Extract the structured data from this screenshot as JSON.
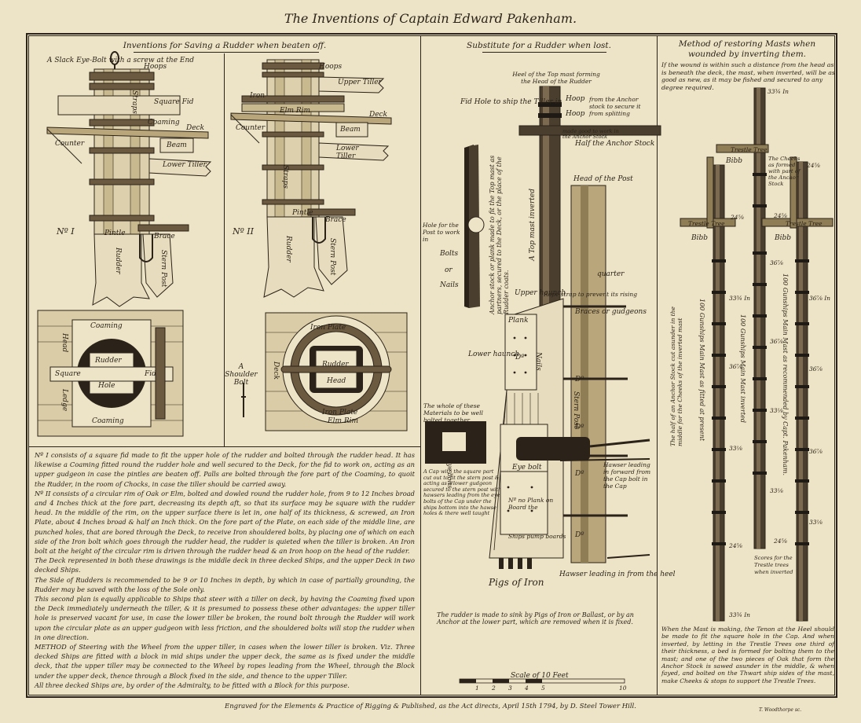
{
  "title": "The Inventions of Captain Edward Pakenham.",
  "rudder_panel": {
    "heading": "Inventions for Saving a Rudder when beaten off.",
    "eye_bolt": "A Slack Eye-Bolt with a screw at the End",
    "fig1": {
      "number": "Nº I",
      "labels": {
        "hoops": "Hoops",
        "straps": "Straps",
        "square_fid": "Square Fid",
        "coaming": "Coaming",
        "deck": "Deck",
        "counter": "Counter",
        "beam": "Beam",
        "lower_tiller": "Lower Tiller",
        "pintle": "Pintle",
        "brace": "Brace",
        "rudder": "Rudder",
        "stern_post": "Stern Post"
      }
    },
    "fig2": {
      "number": "Nº II",
      "labels": {
        "hoops": "Hoops",
        "upper_tiller": "Upper Tiller",
        "iron": "Iron",
        "elm_rim": "Elm Rim",
        "deck": "Deck",
        "beam": "Beam",
        "counter": "Counter",
        "lower_tiller": "Lower Tiller",
        "straps": "Straps",
        "pintle": "Pintle",
        "brace": "Brace",
        "rudder": "Rudder",
        "stern_post": "Stern Post"
      }
    },
    "plan1": {
      "coaming_top": "Coaming",
      "head": "Head",
      "ledge": "Ledge",
      "rudder": "Rudder",
      "hole": "Hole",
      "square": "Square",
      "fid": "Fid",
      "coaming_bottom": "Coaming"
    },
    "plan2": {
      "iron_plate_top": "Iron Plate",
      "deck": "Deck",
      "rudder": "Rudder",
      "head": "Head",
      "iron_plate_bottom": "Iron Plate",
      "elm_rim": "Elm Rim"
    },
    "shoulder_bolt": "A Shoulder Bolt",
    "paragraphs": [
      "Nº I consists of a square fid made to fit the upper hole of the rudder and bolted through the rudder head. It has likewise a Coaming fitted round the rudder hole and well secured to the Deck, for the fid to work on, acting as an upper gudgeon in case the pintles are beaten off. Palls are bolted through the fore part of the Coaming, to quoit the Rudder, in the room of Chocks, in case the tiller should be carried away.",
      "Nº II consists of a circular rim of Oak or Elm, bolted and dowled round the rudder hole, from 9 to 12 Inches broad and 4 Inches thick at the fore part, decreasing its depth aft, so that its surface may be square with the rudder head. In the middle of the rim, on the upper surface there is let in, one half of its thickness, & screwed, an Iron Plate, about 4 Inches broad & half an Inch thick. On the fore part of the Plate, on each side of the middle line, are punched holes, that are bored through the Deck, to receive Iron shouldered bolts, by placing one of which on each side of the Iron bolt which goes through the rudder head, the rudder is quieted when the tiller is broken. An Iron bolt at the height of the circular rim is driven through the rudder head & an Iron hoop on the head of the rudder.",
      "The Deck represented in both these drawings is the middle deck in three decked Ships, and the upper Deck in two decked Ships.",
      "The Side of Rudders is recommended to be 9 or 10 Inches in depth, by which in case of partially grounding, the Rudder may be saved with the loss of the Sole only.",
      "This second plan is equally applicable to Ships that steer with a tiller on deck, by having the Coaming fixed upon the Deck immediately underneath the tiller, & it is presumed to possess these other advantages: the upper tiller hole is preserved vacant for use, in case the lower tiller be broken, the round bolt through the Rudder will work upon the circular plate as an upper gudgeon with less friction, and the shouldered bolts will stop the rudder when in one direction.",
      "METHOD of Steering with the Wheel from the upper tiller, in cases when the lower tiller is broken. Viz. Three decked Ships are fitted with a block in mid ships under the upper deck, the same as is fixed under the middle deck, that the upper tiller may be connected to the Wheel by ropes leading from the Wheel, through the Block under the upper deck, thence through a Block fixed in the side, and thence to the upper Tiller.",
      "All three decked Ships are, by order of the Admiralty, to be fitted with a Block for this purpose."
    ]
  },
  "substitute_panel": {
    "heading": "Substitute for a Rudder when lost.",
    "labels": {
      "heel": "Heel of the Top mast forming the Head of the Rudder",
      "fid_hole": "Fid Hole to ship the Tiller in",
      "hoop1": "Hoop",
      "hoop2": "Hoop",
      "anchor_note": "from the Anchor stock to secure it from splitting",
      "made_good": "made good to work in the Anchor Stock",
      "half_anchor": "Half the Anchor Stock",
      "anchor_stock_note": "Anchor stock or plank made to fit the Top mast as partners, secured to the Deck, or the place of the Rudder coats.",
      "hole_post": "Hole for the Post to work in",
      "bolts": "Bolts",
      "or": "or",
      "nails": "Nails",
      "top_mast": "A Top mast inverted",
      "head_post": "Head of the Post",
      "upper_haunch": "Upper haunch",
      "rope_strap": "Rope strap to prevent its rising",
      "braces": "Braces or gudgeons",
      "quarter": "quarter",
      "plank": "Plank",
      "lower_haunch": "Lower haunch",
      "do1": "Dº",
      "nails_v": "Nails",
      "stern_post": "Stern Post",
      "do2": "Dº",
      "do3": "Dº",
      "whole": "The whole of these Materials to be well bolted together",
      "forward": "Hawser leading in forward from the Cap bolt in the Cap",
      "eye_bolt": "Eye bolt",
      "eye_bolts": "Eye bolts",
      "do4": "Dº",
      "do5": "Dº",
      "no_plank": "Nº no Plank on Board the",
      "ships_pump": "Ships pump boards",
      "cap_note": "A Cap with the square part cut out to fit the stern post & acting as a lower gudgeon secured to the stern post with hawsers leading from the eye bolts of the Cap under the ships bottom into the hawse holes & there well taught",
      "hawser_heel": "Hawser leading in from the heel",
      "pigs": "Pigs of Iron",
      "note": "The rudder is made to sink by Pigs of Iron or Ballast, or by an Anchor at the lower part, which are removed when it is fixed."
    },
    "scale": {
      "label": "Scale of 10 Feet",
      "ticks": [
        "1",
        "2",
        "3",
        "4",
        "5",
        "10"
      ]
    }
  },
  "masts_panel": {
    "heading": "Method of restoring Masts when wounded by inverting them.",
    "subheading": "If the wound is within such a distance from the head as is beneath the deck, the mast, when inverted, will be as good as new, as it may be fished and secured to any degree required.",
    "labels": {
      "trestle_tree_top": "Trestle Tree",
      "bibb1": "Bibb",
      "cheeks": "The Cheeks as formed with part of the Anchor Stock",
      "trestle_tree_left": "Trestle Tree",
      "trestle_tree_right": "Trestle Tree",
      "bibb2": "Bibb",
      "bibb3": "Bibb",
      "m_left": "100 Gunships Main Mast as fitted at present",
      "m_mid": "100 Gunships Main Mast inverted",
      "m_right": "100 Gunships Main Mast as recommended by Capt. Pakenham.",
      "half_note": "The half of an Anchor Stock cut asunder in the middle for the Cheeks of the inverted mast",
      "scores": "Scores for the Trestle trees when inverted"
    },
    "dims": [
      "33¾ In",
      "24⅝",
      "24⅝",
      "24⅝",
      "33¾ In",
      "36⅞ In",
      "36⅞",
      "36⅞",
      "36⅞",
      "36⅞",
      "36⅞",
      "33⅛",
      "33⅛",
      "33⅛",
      "33⅛",
      "24⅝",
      "24⅝",
      "33¾ In"
    ],
    "note": "When the Mast is making, the Tenon at the Heel should be made to fit the square hole in the Cap. And when inverted, by letting in the Trestle Trees one third of their thickness, a bed is formed for bolting them to the mast; and one of the two pieces of Oak that form the Anchor Stock is sawed asunder in the middle, & when fayed, and bolted on the Thwart ship sides of the mast, make Cheeks & stops to support the Trestle Trees."
  },
  "footer": {
    "imprint": "Engraved for the Elements & Practice of Rigging & Published, as the Act directs, April 15th 1794, by D. Steel Tower Hill.",
    "engraver": "T. Woodthorpe sc."
  }
}
